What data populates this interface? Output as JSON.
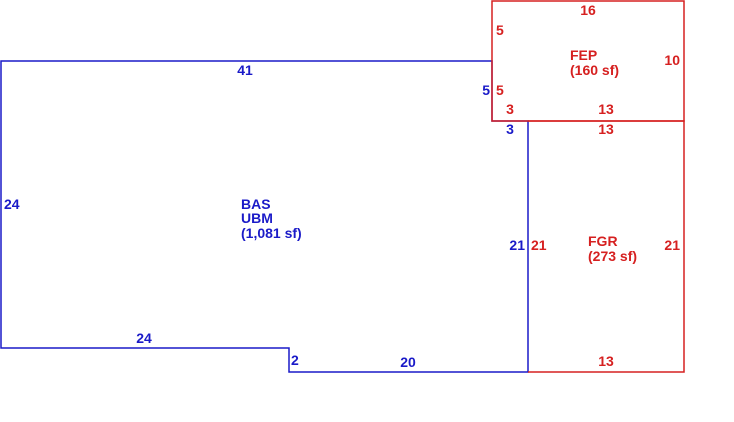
{
  "colors": {
    "main": "#1a1ac8",
    "addition": "#d62020",
    "background": "#ffffff"
  },
  "areas": {
    "bas": {
      "code": "BAS",
      "subcode": "UBM",
      "area_text": "(1,081 sf)",
      "dims": {
        "top": "41",
        "left": "24",
        "bottom_left": "24",
        "notch": "2",
        "bottom_right": "20",
        "right": "21",
        "step_3": "3",
        "step_5": "5"
      }
    },
    "fep": {
      "code": "FEP",
      "area_text": "(160 sf)",
      "dims": {
        "top": "16",
        "left_upper": "5",
        "left_lower": "5",
        "right": "10",
        "bottom_left": "3",
        "bottom_right": "13"
      }
    },
    "fgr": {
      "code": "FGR",
      "area_text": "(273 sf)",
      "dims": {
        "top": "13",
        "left": "21",
        "right": "21",
        "bottom": "13"
      }
    }
  }
}
